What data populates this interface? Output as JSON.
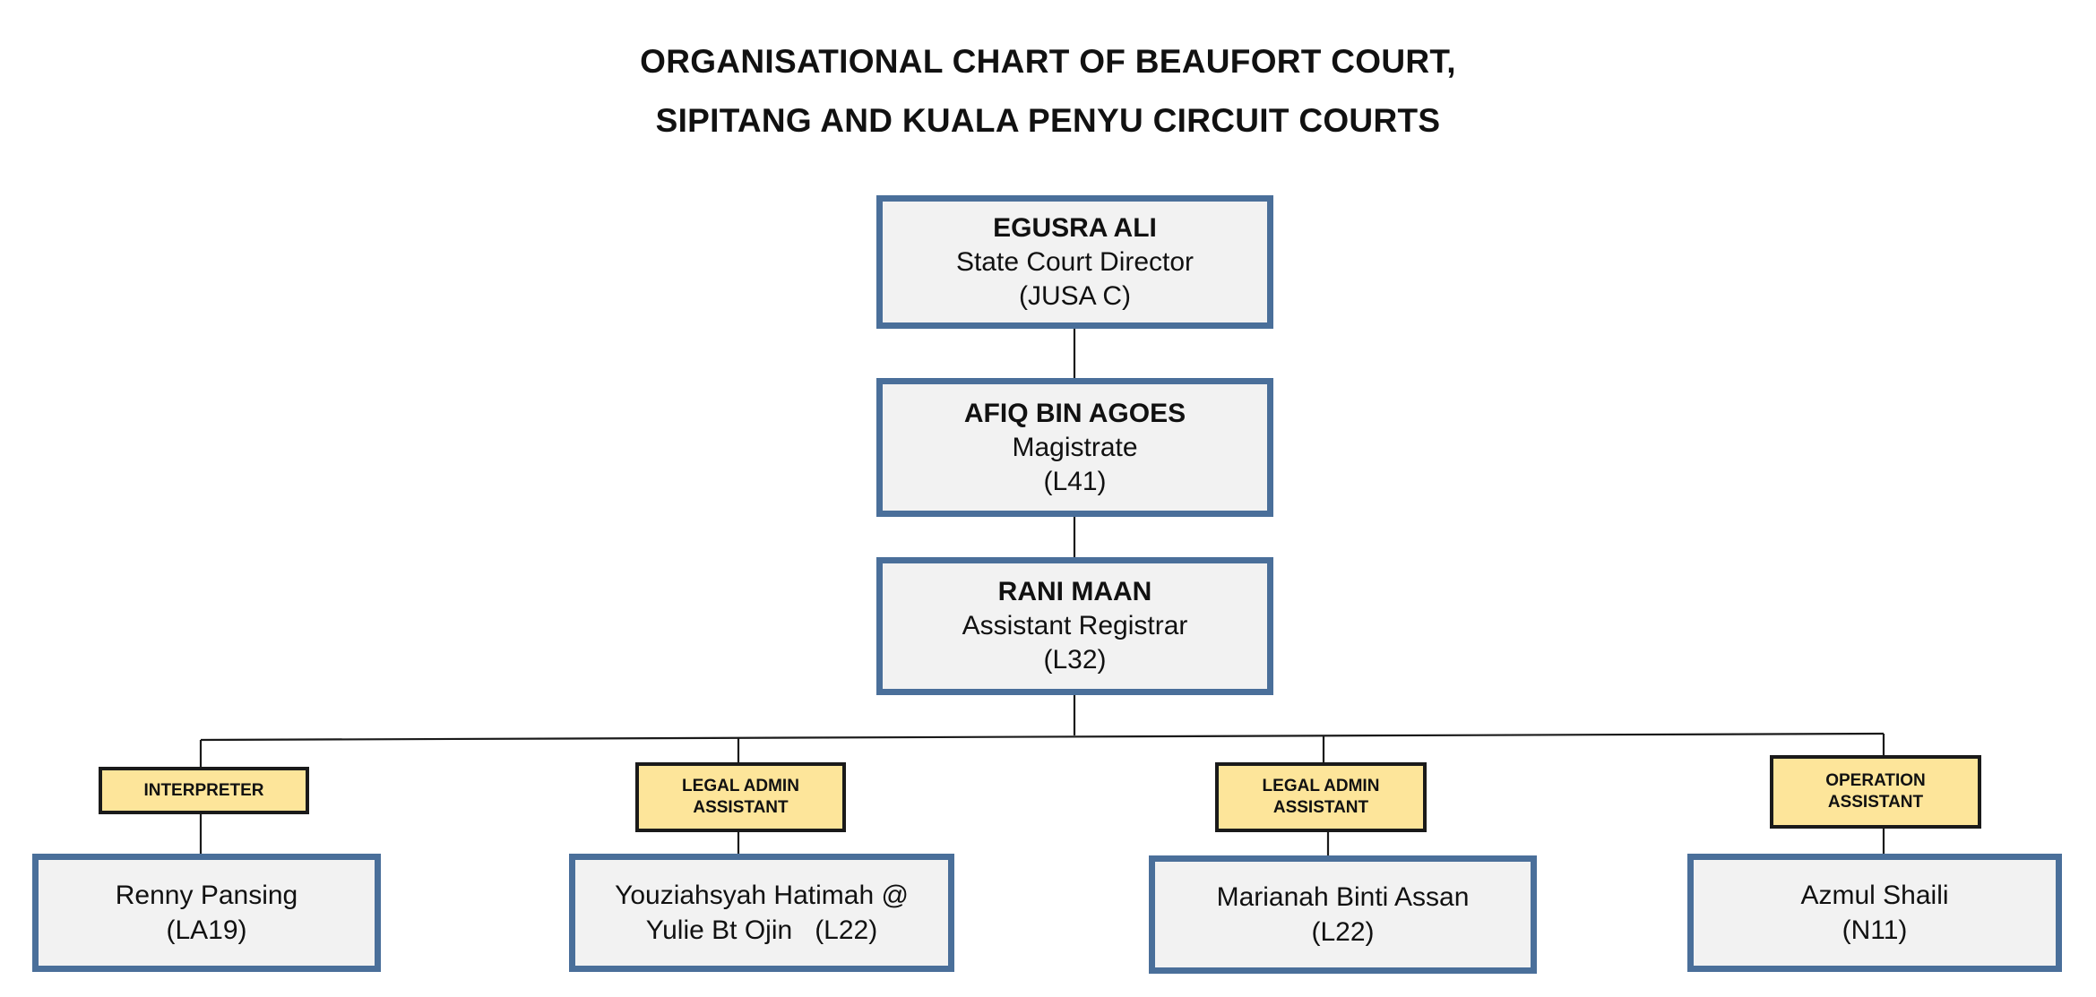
{
  "title": {
    "line1": "ORGANISATIONAL CHART OF BEAUFORT COURT,",
    "line2": "SIPITANG AND KUALA PENYU CIRCUIT COURTS"
  },
  "hierarchy": [
    {
      "name": "EGUSRA ALI",
      "position": "State Court Director",
      "grade": "(JUSA C)"
    },
    {
      "name": "AFIQ BIN AGOES",
      "position": "Magistrate",
      "grade": "(L41)"
    },
    {
      "name": "RANI MAAN",
      "position": "Assistant Registrar",
      "grade": "(L32)"
    }
  ],
  "staff": [
    {
      "role_line1": "INTERPRETER",
      "role_line2": "",
      "name_line1": "Renny Pansing",
      "name_line2": "(LA19)"
    },
    {
      "role_line1": "LEGAL ADMIN",
      "role_line2": "ASSISTANT",
      "name_line1": "Youziahsyah Hatimah @",
      "name_line2": "Yulie Bt Ojin   (L22)"
    },
    {
      "role_line1": "LEGAL ADMIN",
      "role_line2": "ASSISTANT",
      "name_line1": "Marianah Binti Assan",
      "name_line2": "(L22)"
    },
    {
      "role_line1": "OPERATION",
      "role_line2": "ASSISTANT",
      "name_line1": "Azmul Shaili",
      "name_line2": "(N11)"
    }
  ],
  "colors": {
    "box_border": "#4a6f9a",
    "box_fill": "#f2f2f2",
    "label_fill": "#fde59a",
    "label_border": "#1a1a1a"
  }
}
